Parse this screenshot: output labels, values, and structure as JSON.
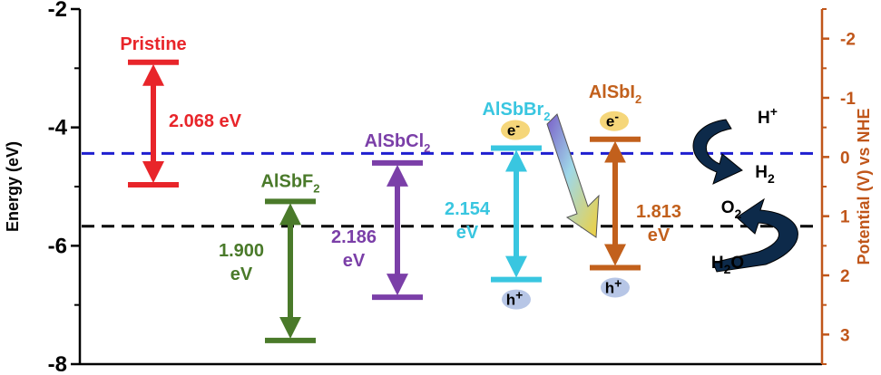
{
  "chart_data": {
    "type": "band-diagram",
    "y_left": {
      "label": "Energy (eV)",
      "range": [
        -8,
        -2
      ],
      "ticks": [
        -2,
        -4,
        -6,
        -8
      ],
      "color": "#000000"
    },
    "y_right": {
      "label": "Potential (V) vs NHE",
      "range": [
        3.5,
        -2.5
      ],
      "ticks": [
        -2,
        -1,
        0,
        1,
        2,
        3
      ],
      "tick_labels": [
        "-2",
        "-1",
        "0",
        "1",
        "2",
        "3"
      ],
      "color": "#c0561a"
    },
    "reference_lines": [
      {
        "name": "H+/H2",
        "energy": -4.44,
        "color": "#1f1fcf",
        "style": "dashed"
      },
      {
        "name": "O2/H2O",
        "energy": -5.67,
        "color": "#000000",
        "style": "dashed"
      }
    ],
    "materials": [
      {
        "name": "Pristine",
        "cbm": -2.9,
        "vbm": -4.97,
        "gap": "2.068 eV",
        "color": "#e8252a"
      },
      {
        "name": "AlSbF",
        "sub": "2",
        "cbm": -5.25,
        "vbm": -7.6,
        "gap_lines": [
          "1.900",
          "eV"
        ],
        "color": "#4a7a2a"
      },
      {
        "name": "AlSbCl",
        "sub": "2",
        "cbm": -4.6,
        "vbm": -6.87,
        "gap_lines": [
          "2.186",
          "eV"
        ],
        "color": "#7b3fa8"
      },
      {
        "name": "AlSbBr",
        "sub": "2",
        "cbm": -4.35,
        "vbm": -6.57,
        "gap_lines": [
          "2.154",
          "eV"
        ],
        "color": "#39c6e0"
      },
      {
        "name": "AlSbI",
        "sub": "2",
        "cbm": -4.2,
        "vbm": -6.37,
        "gap_lines": [
          "1.813",
          "eV"
        ],
        "color": "#c2601c"
      }
    ],
    "carriers": {
      "electron": "e",
      "electron_sup": "-",
      "hole": "h",
      "hole_sup": "+"
    },
    "process": {
      "h_plus": "H",
      "h_plus_sup": "+",
      "h2": "H",
      "h2_sub": "2",
      "o2": "O",
      "o2_sub": "2",
      "h2o_a": "H",
      "h2o_sub": "2",
      "h2o_b": "O"
    },
    "colors": {
      "electron_badge": "#f5d67a",
      "hole_badge": "#b7c6e6",
      "arrow_curve": "#0d2a4a"
    }
  }
}
